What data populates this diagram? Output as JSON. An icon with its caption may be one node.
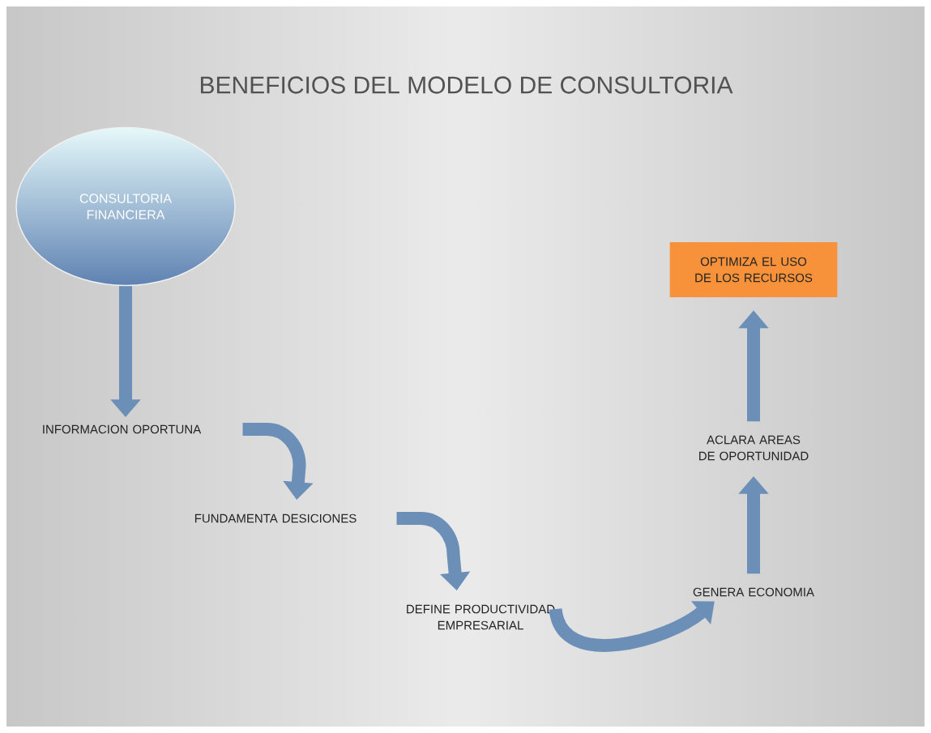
{
  "diagram": {
    "title": "BENEFICIOS DEL MODELO DE CONSULTORIA",
    "nodes": [
      {
        "text": [
          "CONSULTORIA FINANCIERA"
        ]
      },
      {
        "text": [
          "INFORMACION OPORTUNA"
        ]
      },
      {
        "text": [
          "FUNDAMENTA DESICIONES"
        ]
      },
      {
        "text": [
          "DEFINE PRODUCTIVIDAD EMPRESARIAL"
        ]
      },
      {
        "text": [
          "GENERA ECONOMIA"
        ]
      },
      {
        "text": [
          "ACLARA AREAS DE OPORTUNIDAD"
        ]
      },
      {
        "text": [
          "OPTIMIZA EL USO DE LOS RECURSOS"
        ]
      }
    ],
    "edges": [
      {
        "from": 0,
        "to": 1,
        "arrow": "to"
      },
      {
        "from": 1,
        "to": 2,
        "arrow": "to"
      },
      {
        "from": 2,
        "to": 3,
        "arrow": "to"
      },
      {
        "from": 3,
        "to": 4,
        "arrow": "to"
      },
      {
        "from": 4,
        "to": 5,
        "arrow": "to"
      },
      {
        "from": 5,
        "to": 6,
        "arrow": "to"
      }
    ]
  }
}
